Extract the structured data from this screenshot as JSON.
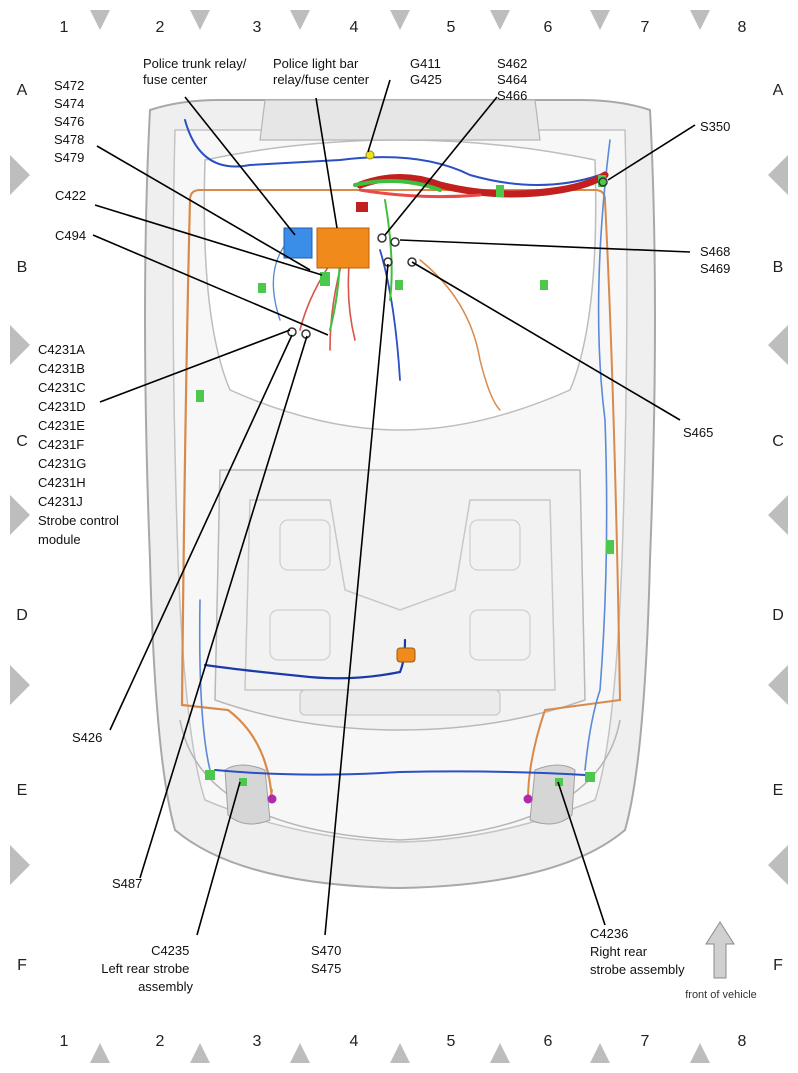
{
  "grid": {
    "columns": [
      "1",
      "2",
      "3",
      "4",
      "5",
      "6",
      "7",
      "8"
    ],
    "rows": [
      "A",
      "B",
      "C",
      "D",
      "E",
      "F"
    ]
  },
  "labels": {
    "police_trunk_relay": [
      "Police trunk relay/",
      "fuse center"
    ],
    "police_light_bar": [
      "Police light bar",
      "relay/fuse center"
    ],
    "g411_group": [
      "G411",
      "G425"
    ],
    "s462_group": [
      "S462",
      "S464",
      "S466"
    ],
    "s472_group": [
      "S472",
      "S474",
      "S476",
      "S478",
      "S479"
    ],
    "s350": "S350",
    "c422": "C422",
    "c494": "C494",
    "s468_group": [
      "S468",
      "S469"
    ],
    "c4231_group": [
      "C4231A",
      "C4231B",
      "C4231C",
      "C4231D",
      "C4231E",
      "C4231F",
      "C4231G",
      "C4231H",
      "C4231J",
      "Strobe control",
      "module"
    ],
    "s465": "S465",
    "s426": "S426",
    "s487": "S487",
    "c4235_group": [
      "C4235",
      "Left rear strobe",
      "assembly"
    ],
    "s470_group": [
      "S470",
      "S475"
    ],
    "c4236_group": [
      "C4236",
      "Right rear",
      "strobe assembly"
    ],
    "front_of_vehicle": "front of vehicle"
  },
  "colors": {
    "wire_blue": "#2b4fc4",
    "wire_red": "#d42a2a",
    "wire_green": "#3fbf3f",
    "wire_orange": "#d98a4a",
    "relay_blue": "#3b8ee8",
    "relay_orange": "#f08a1a",
    "ground_yellow": "#f2e21a",
    "connector_green": "#4cc94c",
    "connector_magenta": "#b02ab0",
    "frame_gray": "#a8a8a8"
  },
  "icons": [
    "arrow-up-icon"
  ]
}
